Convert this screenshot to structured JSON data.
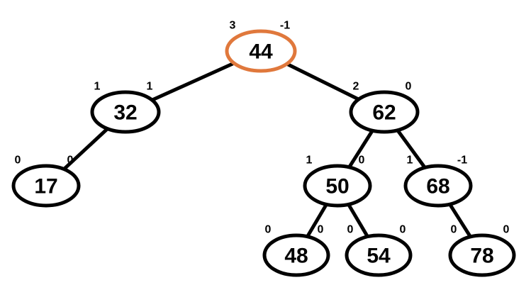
{
  "diagram": {
    "highlight_color": "#e0783c",
    "line_color": "#000000",
    "background_color": "#ffffff",
    "nodes": [
      {
        "id": "n44",
        "key": "44",
        "left_label": "3",
        "right_label": "-1",
        "highlighted": true
      },
      {
        "id": "n32",
        "key": "32",
        "left_label": "1",
        "right_label": "1",
        "highlighted": false
      },
      {
        "id": "n62",
        "key": "62",
        "left_label": "2",
        "right_label": "0",
        "highlighted": false
      },
      {
        "id": "n17",
        "key": "17",
        "left_label": "0",
        "right_label": "0",
        "highlighted": false
      },
      {
        "id": "n50",
        "key": "50",
        "left_label": "1",
        "right_label": "0",
        "highlighted": false
      },
      {
        "id": "n68",
        "key": "68",
        "left_label": "1",
        "right_label": "-1",
        "highlighted": false
      },
      {
        "id": "n48",
        "key": "48",
        "left_label": "0",
        "right_label": "0",
        "highlighted": false
      },
      {
        "id": "n54",
        "key": "54",
        "left_label": "0",
        "right_label": "0",
        "highlighted": false
      },
      {
        "id": "n78",
        "key": "78",
        "left_label": "0",
        "right_label": "0",
        "highlighted": false
      }
    ],
    "edges": [
      {
        "from": "n44",
        "to": "n32"
      },
      {
        "from": "n44",
        "to": "n62"
      },
      {
        "from": "n32",
        "to": "n17"
      },
      {
        "from": "n62",
        "to": "n50"
      },
      {
        "from": "n62",
        "to": "n68"
      },
      {
        "from": "n50",
        "to": "n48"
      },
      {
        "from": "n50",
        "to": "n54"
      },
      {
        "from": "n68",
        "to": "n78"
      }
    ]
  }
}
